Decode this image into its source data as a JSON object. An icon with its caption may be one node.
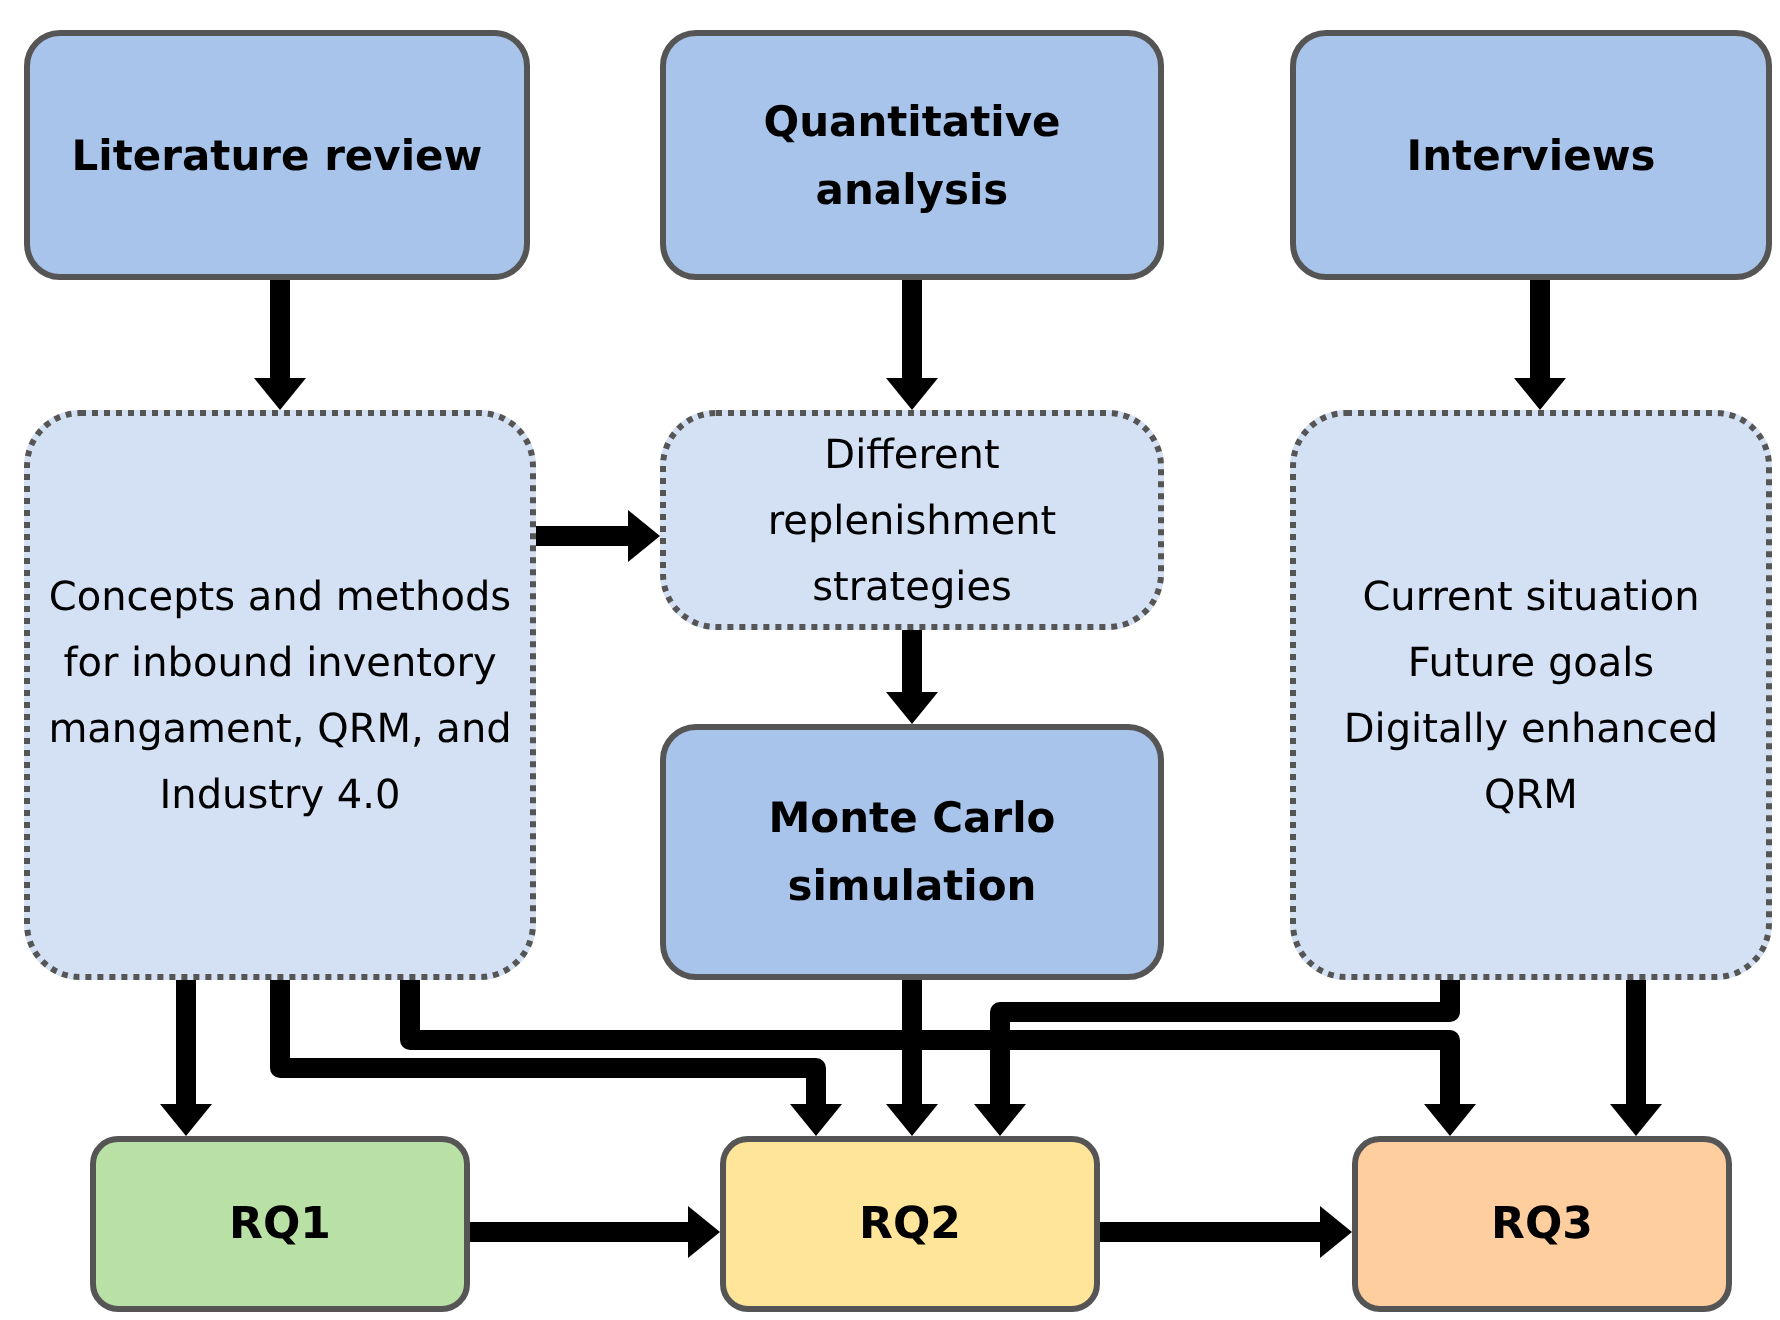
{
  "diagram": {
    "nodes": [
      {
        "text": [
          "Literature review"
        ]
      },
      {
        "text": [
          "Quantitative analysis"
        ]
      },
      {
        "text": [
          "Interviews"
        ]
      },
      {
        "text": [
          "Concepts and methods for inbound inventory mangament, QRM, and Industry 4.0"
        ]
      },
      {
        "text": [
          "Different replenishment strategies"
        ]
      },
      {
        "text": [
          "Monte Carlo simulation"
        ]
      },
      {
        "text": [
          "Current situation",
          "Future goals",
          "Digitally enhanced QRM"
        ]
      },
      {
        "text": [
          "RQ1"
        ]
      },
      {
        "text": [
          "RQ2"
        ]
      },
      {
        "text": [
          "RQ3"
        ]
      }
    ],
    "edges": [
      {
        "from": 0,
        "to": 3,
        "arrow": "to"
      },
      {
        "from": 1,
        "to": 4,
        "arrow": "to"
      },
      {
        "from": 2,
        "to": 6,
        "arrow": "to"
      },
      {
        "from": 3,
        "to": 4,
        "arrow": "to"
      },
      {
        "from": 4,
        "to": 5,
        "arrow": "to"
      },
      {
        "from": 3,
        "to": 7,
        "arrow": "to"
      },
      {
        "from": 3,
        "to": 8,
        "arrow": "to"
      },
      {
        "from": 3,
        "to": 9,
        "arrow": "to"
      },
      {
        "from": 5,
        "to": 8,
        "arrow": "to"
      },
      {
        "from": 6,
        "to": 8,
        "arrow": "to"
      },
      {
        "from": 6,
        "to": 9,
        "arrow": "to"
      },
      {
        "from": 7,
        "to": 8,
        "arrow": "to"
      },
      {
        "from": 8,
        "to": 9,
        "arrow": "to"
      }
    ]
  }
}
